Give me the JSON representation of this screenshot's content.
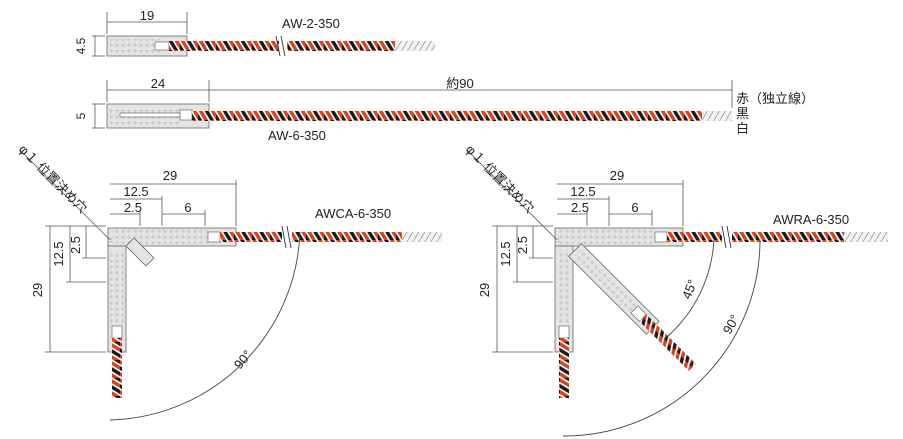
{
  "top": {
    "model": "AW-2-350",
    "dim_length": "19",
    "dim_width": "4.5"
  },
  "middle": {
    "model": "AW-6-350",
    "dim_length": "24",
    "dim_lead": "約90",
    "dim_width": "5",
    "wire_legend": [
      "赤（独立線）",
      "黒",
      "白"
    ]
  },
  "left_rosette": {
    "model": "AWCA-6-350",
    "hole_note": "φ１ 位置決め穴",
    "dim_29_h": "29",
    "dim_12_5_h": "12.5",
    "dim_2_5_h": "2.5",
    "dim_6": "6",
    "dim_12_5_v": "12.5",
    "dim_2_5_v": "2.5",
    "dim_29_v": "29",
    "angle": "90°"
  },
  "right_rosette": {
    "model": "AWRA-6-350",
    "hole_note": "φ１ 位置決め穴",
    "dim_29_h": "29",
    "dim_12_5_h": "12.5",
    "dim_2_5_h": "2.5",
    "dim_6": "6",
    "dim_12_5_v": "12.5",
    "dim_2_5_v": "2.5",
    "dim_29_v": "29",
    "angle_45": "45°",
    "angle_90": "90°"
  },
  "colors": {
    "red": "#d8431c",
    "black": "#1a1a1a",
    "white": "#ffffff",
    "gauge": "#e4e4e4"
  }
}
